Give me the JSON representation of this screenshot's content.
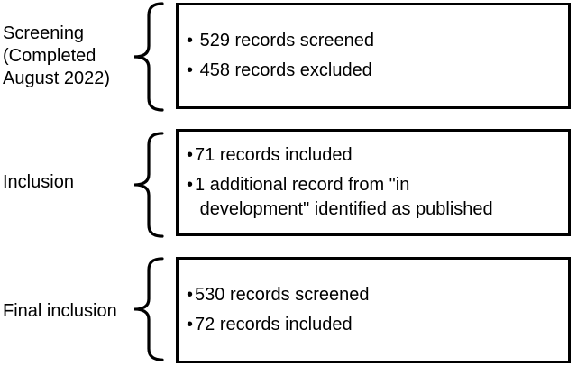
{
  "page": {
    "background": "#ffffff",
    "stroke_color": "#000000"
  },
  "groups": [
    {
      "label": "Screening\n(Completed\nAugust 2022)",
      "items": [
        {
          "bullet": "•",
          "text": " 529 records screened"
        },
        {
          "bullet": "•",
          "text": " 458 records excluded"
        }
      ]
    },
    {
      "label": "Inclusion",
      "items": [
        {
          "bullet": "•",
          "text": "71 records included"
        },
        {
          "bullet": "•",
          "text": "1 additional record from \"in\n development\" identified as published"
        }
      ]
    },
    {
      "label": "Final inclusion",
      "items": [
        {
          "bullet": "•",
          "text": "530 records screened"
        },
        {
          "bullet": "•",
          "text": "72 records included"
        }
      ]
    }
  ]
}
